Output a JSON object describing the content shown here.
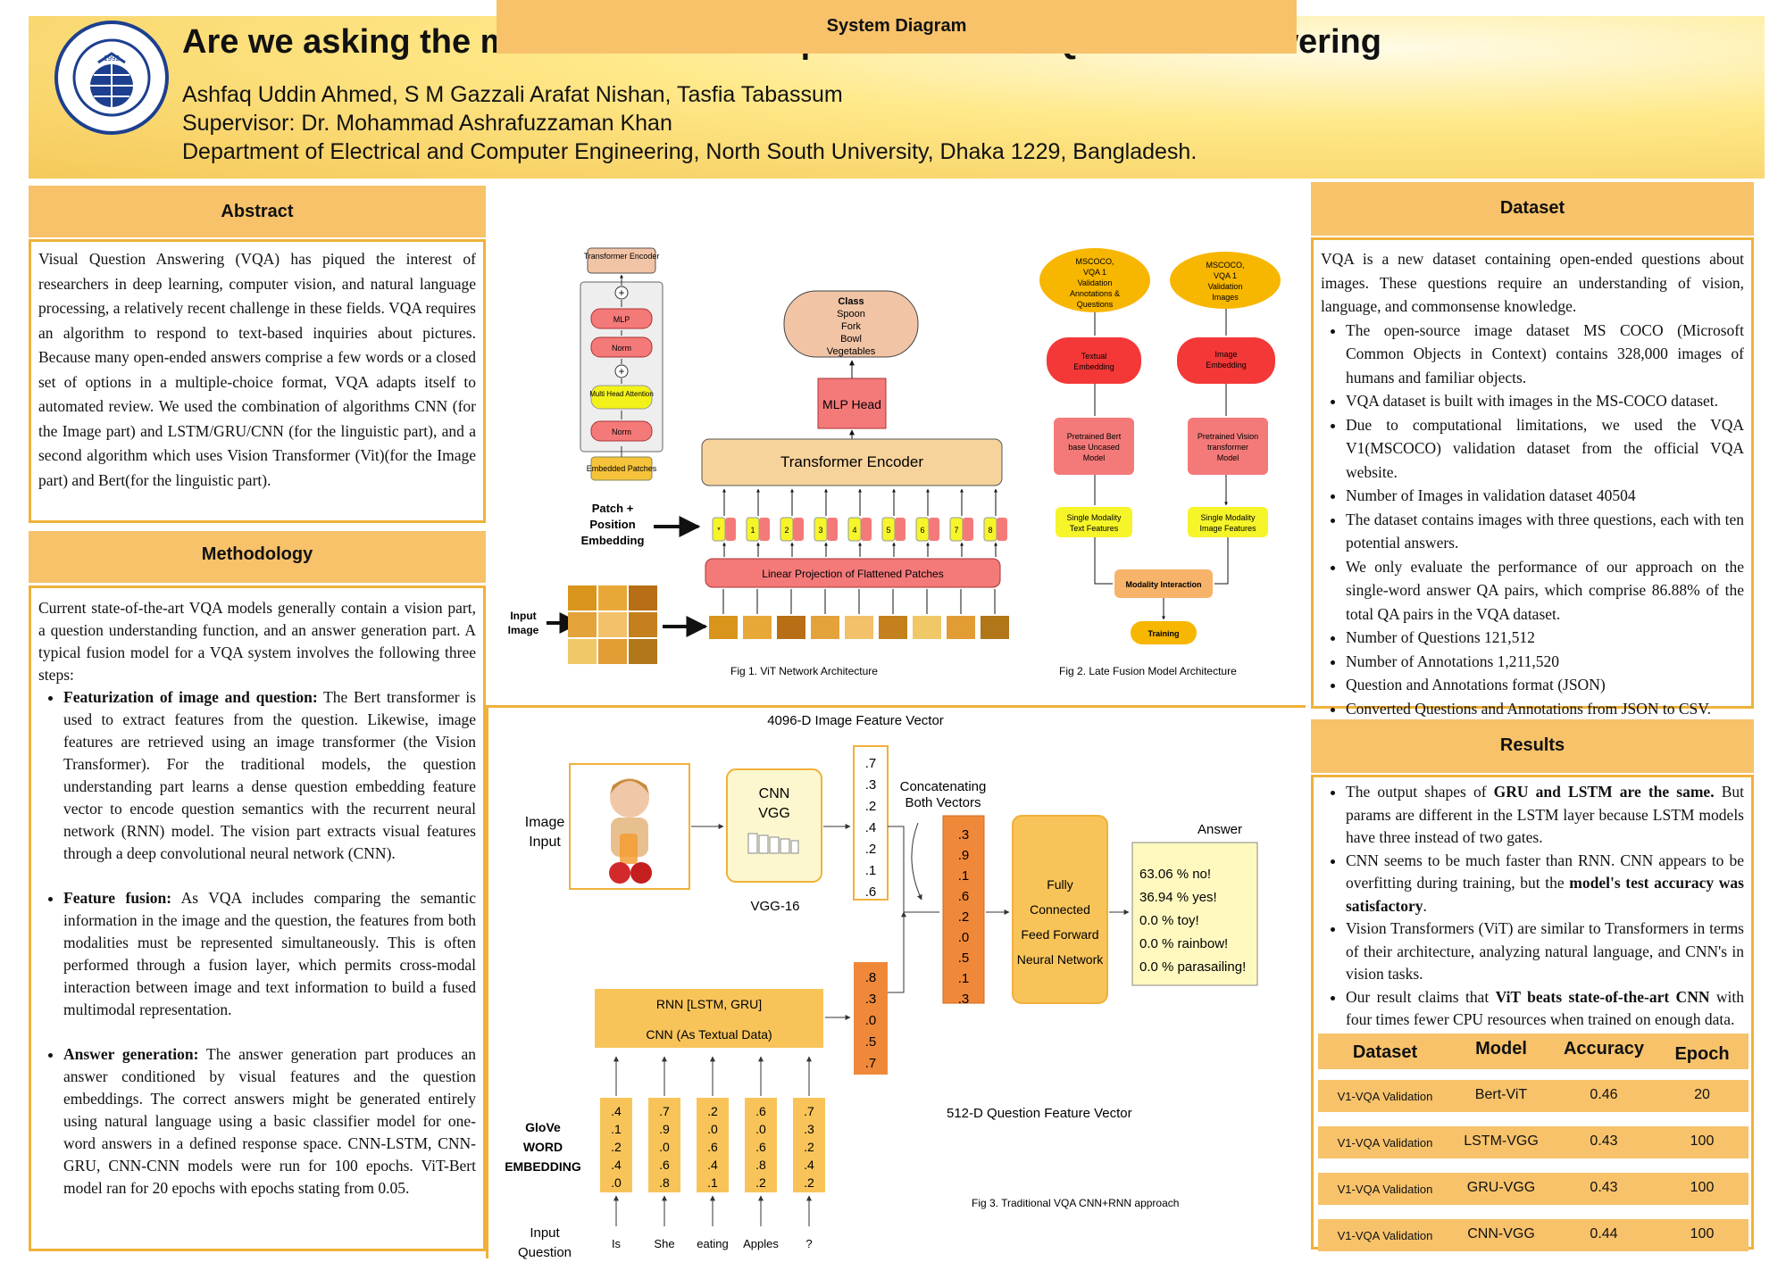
{
  "header": {
    "title": "Are we asking the machine about that picture? Visual Question Answering",
    "authors": "Ashfaq Uddin Ahmed, S M Gazzali Arafat Nishan, Tasfia Tabassum",
    "supervisor": "Supervisor: Dr. Mohammad Ashrafuzzaman Khan",
    "department": "Department of Electrical and Computer Engineering, North South University, Dhaka 1229, Bangladesh.",
    "logo_year": "1992"
  },
  "abstract": {
    "heading": "Abstract",
    "text": "Visual Question Answering (VQA) has piqued the interest of researchers in deep learning, computer vision, and natural language processing, a relatively recent challenge in these fields. VQA requires an algorithm to respond to text-based inquiries about pictures. Because many open-ended answers comprise a few words or a closed set of options in a multiple-choice format, VQA adapts itself to automated review. We used the combination of algorithms CNN (for the Image part) and LSTM/GRU/CNN (for the linguistic part), and a second algorithm which uses Vision Transformer (Vit)(for the Image part) and Bert(for the linguistic part)."
  },
  "methodology": {
    "heading": "Methodology",
    "intro": "Current state-of-the-art VQA models generally contain a vision part, a question understanding function, and an answer generation part. A typical fusion model for a VQA system involves the following three steps:",
    "items": [
      {
        "label": "Featurization of image and question:",
        "text": " The Bert transformer is used to extract features from the question. Likewise, image features are retrieved using an image transformer (the Vision Transformer). For the traditional models, the question understanding part learns a dense question embedding feature vector to encode question semantics with the recurrent neural network (RNN) model. The vision part extracts visual features through a deep convolutional neural network (CNN)."
      },
      {
        "label": "Feature fusion:",
        "text": " As VQA includes comparing the semantic information in the image and the question, the features from both modalities must be represented simultaneously. This is often performed through a fusion layer, which permits cross-modal interaction between image and text information to build a fused multimodal representation."
      },
      {
        "label": "Answer generation:",
        "text": " The answer generation part produces an answer conditioned by visual features and the question embeddings. The correct answers might be generated entirely using natural language using a basic classifier model for one-word answers in a defined response space. CNN-LSTM, CNN-GRU, CNN-CNN models were run for 100 epochs. ViT-Bert model ran for 20 epochs with epochs stating from 0.05."
      }
    ]
  },
  "system": {
    "heading": "System Diagram",
    "fig1": {
      "caption": "Fig 1.  ViT Network Architecture",
      "transformer_encoder_small": "Transformer Encoder",
      "mlp": "MLP",
      "norm": "Norm",
      "mha": "Multi Head Attention",
      "embedded": "Embedded Patches",
      "class_lines": [
        "Class",
        "Spoon",
        "Fork",
        "Bowl",
        "Vegetables"
      ],
      "mlp_head": "MLP Head",
      "transformer_encoder": "Transformer Encoder",
      "patch_label": [
        "Patch +",
        "Position",
        "Embedding"
      ],
      "tokens": [
        "*",
        "1",
        "2",
        "3",
        "4",
        "5",
        "6",
        "7",
        "8"
      ],
      "linear": "Linear Projection of Flattened Patches",
      "input_image": [
        "Input",
        "Image"
      ]
    },
    "fig2": {
      "caption": "Fig 2. Late Fusion Model Architecture",
      "src1": [
        "MSCOCO,",
        "VQA 1",
        "Validation",
        "Annotations &",
        "Questions"
      ],
      "src2": [
        "MSCOCO,",
        "VQA 1",
        "Validation",
        "Images"
      ],
      "emb1": [
        "Textual",
        "Embedding"
      ],
      "emb2": [
        "Image",
        "Embedding"
      ],
      "model1": [
        "Pretrained Bert",
        "base Uncased",
        "Model"
      ],
      "model2": [
        "Pretrained Vision",
        "transformer",
        "Model"
      ],
      "feat1": [
        "Single Modality",
        "Text Features"
      ],
      "feat2": [
        "Single Modality",
        "Image Features"
      ],
      "interaction": "Modality Interaction",
      "training": "Training"
    },
    "fig3": {
      "caption": "Fig 3.  Traditional VQA CNN+RNN approach",
      "img_vector_label": "4096-D Image Feature Vector",
      "image_input": [
        "Image",
        "Input"
      ],
      "cnn": [
        "CNN",
        "VGG"
      ],
      "vgg16": "VGG-16",
      "img_vec": [
        ".7",
        ".3",
        ".2",
        ".4",
        ".2",
        ".1",
        ".6"
      ],
      "concat": [
        "Concatenating",
        "Both Vectors"
      ],
      "concat_vec": [
        ".3",
        ".9",
        ".1",
        ".6",
        ".2",
        ".0",
        ".5",
        ".1",
        ".3"
      ],
      "fc": [
        "Fully",
        "Connected",
        "Feed Forward",
        "Neural Network"
      ],
      "answer_label": "Answer",
      "answers": [
        "63.06 % no!",
        "36.94 % yes!",
        "0.0 % toy!",
        "0.0 % rainbow!",
        "0.0 % parasailing!"
      ],
      "rnn": "RNN [LSTM, GRU]",
      "cnn_text": "CNN (As Textual Data)",
      "q_vec": [
        ".8",
        ".3",
        ".0",
        ".5",
        ".7"
      ],
      "q_vector_label": "512-D Question Feature Vector",
      "glove": [
        "GloVe",
        "WORD",
        "EMBEDDING"
      ],
      "word_vecs": [
        [
          ".4",
          ".1",
          ".2",
          ".4",
          ".0"
        ],
        [
          ".7",
          ".9",
          ".0",
          ".6",
          ".8"
        ],
        [
          ".2",
          ".0",
          ".6",
          ".4",
          ".1"
        ],
        [
          ".6",
          ".0",
          ".6",
          ".8",
          ".2"
        ],
        [
          ".7",
          ".3",
          ".2",
          ".4",
          ".2"
        ]
      ],
      "words": [
        "Is",
        "She",
        "eating",
        "Apples",
        "?"
      ],
      "input_question": [
        "Input",
        "Question"
      ]
    }
  },
  "dataset": {
    "heading": "Dataset",
    "intro": "VQA is a new dataset containing open-ended questions about images. These questions require an understanding of vision, language, and commonsense knowledge.",
    "items": [
      " The open-source image dataset MS COCO (Microsoft Common Objects in Context) contains 328,000 images of humans and familiar objects.",
      "VQA dataset is built with images in the MS-COCO dataset.",
      "Due to computational limitations, we used the VQA V1(MSCOCO) validation dataset from the official VQA website.",
      "Number of Images in validation dataset 40504",
      "The dataset contains images with three questions, each with ten potential answers.",
      "We only evaluate the performance of our approach on the single-word answer QA pairs, which comprise 86.88% of the total QA pairs in the VQA dataset.",
      "Number of Questions 121,512",
      "Number of Annotations 1,211,520",
      "Question and Annotations format (JSON)",
      "Converted Questions and Annotations from JSON to CSV."
    ]
  },
  "results": {
    "heading": "Results",
    "b1a": "The output shapes of ",
    "b1b": "GRU and LSTM are the same.",
    "b1c": " But params are different in the LSTM layer because LSTM models have three instead of two gates.",
    "b2a": "CNN seems to be much faster than RNN. CNN appears to be overfitting during training, but the ",
    "b2b": "model's test accuracy was satisfactory",
    "b2c": ".",
    "b3": "Vision Transformers (ViT) are similar to Transformers in terms of their architecture, analyzing natural language, and CNN's in vision tasks.",
    "b4a": "Our result claims that ",
    "b4b": "ViT beats state-of-the-art CNN",
    "b4c": " with four times fewer CPU resources when trained on enough data.",
    "table": {
      "headers": [
        "Dataset",
        "Model",
        "Accuracy",
        "Epoch"
      ],
      "rows": [
        [
          "V1-VQA Validation",
          "Bert-ViT",
          "0.46",
          "20"
        ],
        [
          "V1-VQA Validation",
          "LSTM-VGG",
          "0.43",
          "100"
        ],
        [
          "V1-VQA Validation",
          "GRU-VGG",
          "0.43",
          "100"
        ],
        [
          "V1-VQA Validation",
          "CNN-VGG",
          "0.44",
          "100"
        ]
      ]
    }
  }
}
